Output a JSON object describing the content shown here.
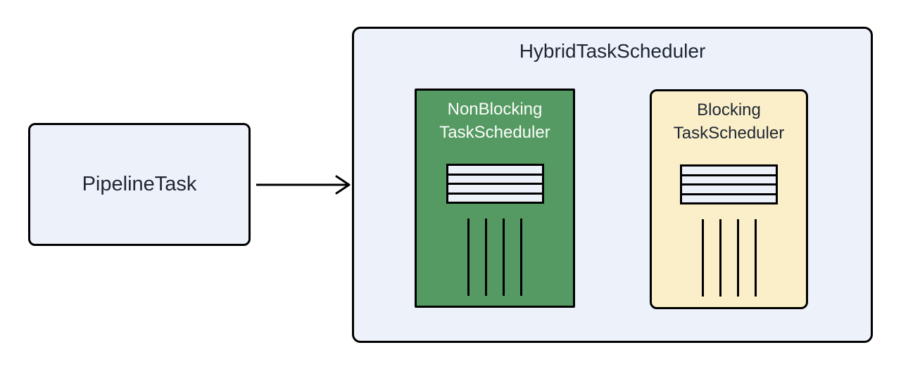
{
  "pipeline_task": {
    "label": "PipelineTask"
  },
  "arrow": {
    "direction": "right",
    "style": "solid-open-head"
  },
  "hybrid_scheduler": {
    "title": "HybridTaskScheduler",
    "schedulers": [
      {
        "id": "nonblocking",
        "label_line1": "NonBlocking",
        "label_line2": "TaskScheduler",
        "fill": "#559a62",
        "text_color": "#fbfdfb",
        "corner_style": "square",
        "queue_rows": 4,
        "worker_lines": 4
      },
      {
        "id": "blocking",
        "label_line1": "Blocking",
        "label_line2": "TaskScheduler",
        "fill": "#fbefc9",
        "text_color": "#1d2733",
        "corner_style": "rounded",
        "queue_rows": 4,
        "worker_lines": 4
      }
    ]
  },
  "colors": {
    "canvas_background": "#ffffff",
    "node_fill": "#edf1fa",
    "container_fill": "#edf1fa",
    "queue_row_fill": "#edf1fa",
    "border": "#000000",
    "text_dark": "#1d2733"
  }
}
